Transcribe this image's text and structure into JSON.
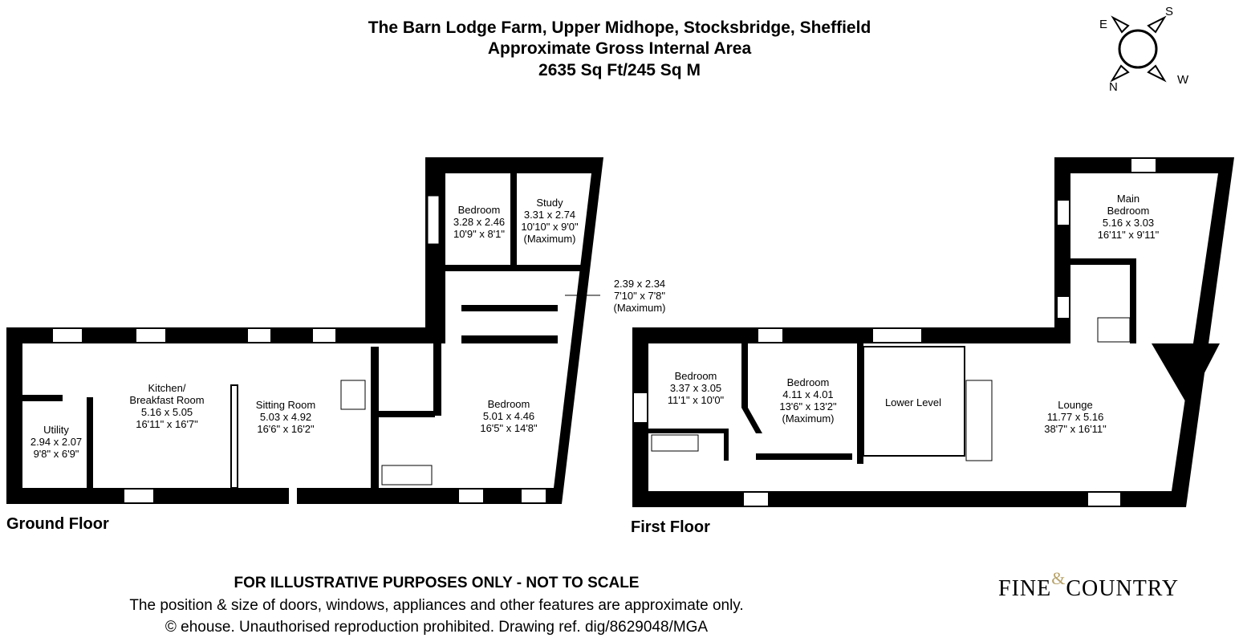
{
  "header": {
    "title": "The Barn Lodge Farm, Upper Midhope, Stocksbridge, Sheffield",
    "subtitle": "Approximate Gross Internal Area",
    "area": "2635 Sq Ft/245 Sq M"
  },
  "compass": {
    "n": "N",
    "e": "E",
    "s": "S",
    "w": "W"
  },
  "ground_floor": {
    "label": "Ground Floor",
    "rooms": [
      {
        "name": "Utility",
        "metric": "2.94 x 2.07",
        "imperial": "9'8\" x 6'9\""
      },
      {
        "name": "Kitchen/",
        "name2": "Breakfast Room",
        "metric": "5.16 x 5.05",
        "imperial": "16'11\" x 16'7\""
      },
      {
        "name": "Sitting Room",
        "metric": "5.03 x 4.92",
        "imperial": "16'6\" x 16'2\""
      },
      {
        "name": "Bedroom",
        "metric": "3.28 x 2.46",
        "imperial": "10'9\" x 8'1\""
      },
      {
        "name": "Study",
        "metric": "3.31 x 2.74",
        "imperial": "10'10\" x 9'0\"",
        "note": "(Maximum)"
      },
      {
        "name": "",
        "metric": "2.39 x 2.34",
        "imperial": "7'10\" x 7'8\"",
        "note": "(Maximum)"
      },
      {
        "name": "Bedroom",
        "metric": "5.01 x 4.46",
        "imperial": "16'5\" x 14'8\""
      }
    ]
  },
  "first_floor": {
    "label": "First Floor",
    "rooms": [
      {
        "name": "Bedroom",
        "metric": "3.37 x 3.05",
        "imperial": "11'1\" x 10'0\""
      },
      {
        "name": "Bedroom",
        "metric": "4.11 x 4.01",
        "imperial": "13'6\" x 13'2\"",
        "note": "(Maximum)"
      },
      {
        "name": "Lower Level"
      },
      {
        "name": "Lounge",
        "metric": "11.77 x 5.16",
        "imperial": "38'7\" x 16'11\""
      },
      {
        "name": "Main",
        "name2": "Bedroom",
        "metric": "5.16 x 3.03",
        "imperial": "16'11\" x 9'11\""
      }
    ]
  },
  "footer": {
    "disclaimer": "FOR ILLUSTRATIVE PURPOSES ONLY - NOT TO SCALE",
    "note": "The position & size of doors, windows, appliances and other features are approximate only.",
    "copyright": "© ehouse. Unauthorised reproduction prohibited. Drawing ref. dig/8629048/MGA"
  },
  "logo": {
    "text1": "FINE",
    "amp": "&",
    "text2": "COUNTRY",
    "accent": "#b8a36a"
  }
}
